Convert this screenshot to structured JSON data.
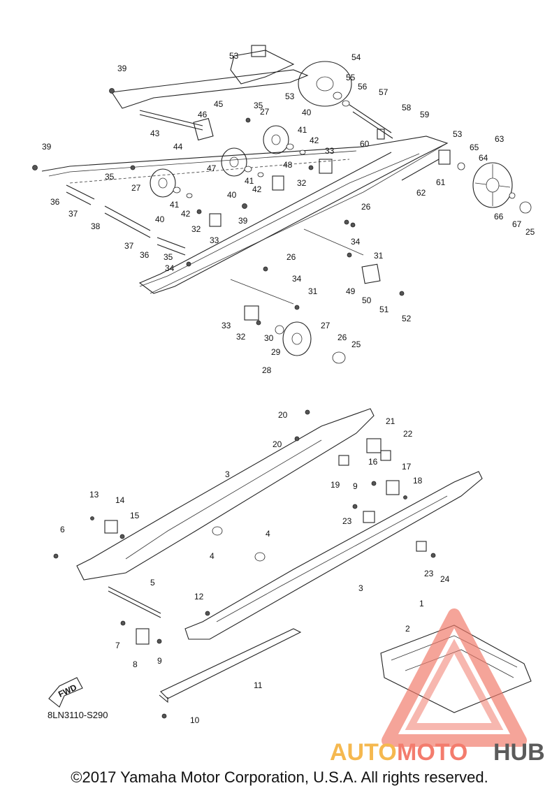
{
  "diagram": {
    "code": "8LN3110-S290",
    "fwd_label": "FWD",
    "callouts": [
      "1",
      "2",
      "3",
      "3",
      "4",
      "4",
      "5",
      "6",
      "7",
      "8",
      "9",
      "9",
      "10",
      "11",
      "12",
      "13",
      "14",
      "15",
      "16",
      "17",
      "18",
      "19",
      "20",
      "20",
      "21",
      "22",
      "23",
      "23",
      "24",
      "25",
      "25",
      "26",
      "26",
      "26",
      "27",
      "27",
      "27",
      "28",
      "29",
      "30",
      "31",
      "31",
      "32",
      "32",
      "32",
      "33",
      "33",
      "33",
      "34",
      "34",
      "34",
      "35",
      "35",
      "35",
      "36",
      "36",
      "37",
      "37",
      "38",
      "39",
      "39",
      "39",
      "40",
      "40",
      "40",
      "41",
      "41",
      "41",
      "42",
      "42",
      "42",
      "43",
      "44",
      "45",
      "46",
      "47",
      "48",
      "49",
      "50",
      "51",
      "52",
      "53",
      "53",
      "53",
      "54",
      "55",
      "56",
      "57",
      "58",
      "59",
      "60",
      "61",
      "62",
      "63",
      "64",
      "65",
      "66",
      "67"
    ]
  },
  "watermark": {
    "part1": "AUTO",
    "part2": "MOTO",
    "part3": "HUB"
  },
  "footer": {
    "copyright": "©2017 Yamaha Motor Corporation, U.S.A. All rights reserved."
  }
}
